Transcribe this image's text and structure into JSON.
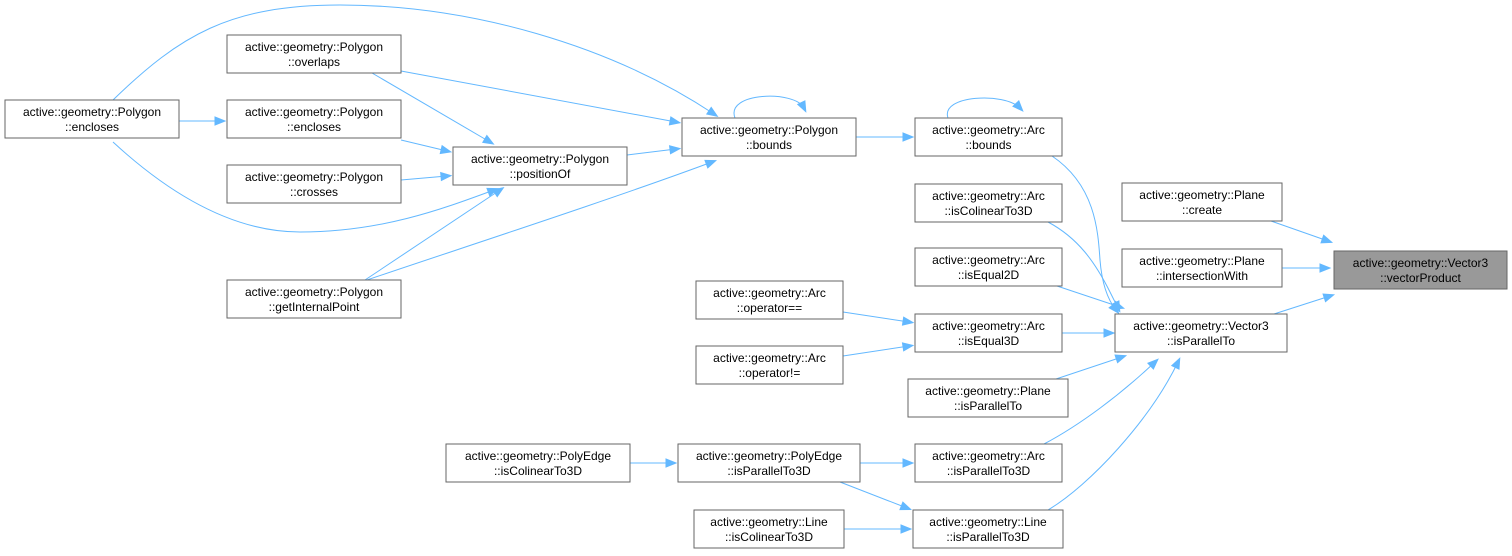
{
  "graph": {
    "title": "Caller graph of active::geometry::Vector3::vectorProduct",
    "colors": {
      "edge": "#63b8ff",
      "node_border": "#666666",
      "root_fill": "#999999",
      "node_fill": "#ffffff"
    },
    "nodes": [
      {
        "id": "vp",
        "line1": "active::geometry::Vector3",
        "line2": "::vectorProduct",
        "root": true
      },
      {
        "id": "plane_create",
        "line1": "active::geometry::Plane",
        "line2": "::create"
      },
      {
        "id": "plane_inter",
        "line1": "active::geometry::Plane",
        "line2": "::intersectionWith"
      },
      {
        "id": "v3_par",
        "line1": "active::geometry::Vector3",
        "line2": "::isParallelTo"
      },
      {
        "id": "arc_bounds",
        "line1": "active::geometry::Arc",
        "line2": "::bounds"
      },
      {
        "id": "arc_colin",
        "line1": "active::geometry::Arc",
        "line2": "::isColinearTo3D"
      },
      {
        "id": "arc_eq2d",
        "line1": "active::geometry::Arc",
        "line2": "::isEqual2D"
      },
      {
        "id": "arc_eq3d",
        "line1": "active::geometry::Arc",
        "line2": "::isEqual3D"
      },
      {
        "id": "plane_par",
        "line1": "active::geometry::Plane",
        "line2": "::isParallelTo"
      },
      {
        "id": "arc_par3d",
        "line1": "active::geometry::Arc",
        "line2": "::isParallelTo3D"
      },
      {
        "id": "line_par3d",
        "line1": "active::geometry::Line",
        "line2": "::isParallelTo3D"
      },
      {
        "id": "poly_bounds",
        "line1": "active::geometry::Polygon",
        "line2": "::bounds"
      },
      {
        "id": "arc_opeq",
        "line1": "active::geometry::Arc",
        "line2": "::operator=="
      },
      {
        "id": "arc_opne",
        "line1": "active::geometry::Arc",
        "line2": "::operator!="
      },
      {
        "id": "pe_par3d",
        "line1": "active::geometry::PolyEdge",
        "line2": "::isParallelTo3D"
      },
      {
        "id": "line_colin",
        "line1": "active::geometry::Line",
        "line2": "::isColinearTo3D"
      },
      {
        "id": "poly_pos",
        "line1": "active::geometry::Polygon",
        "line2": "::positionOf"
      },
      {
        "id": "pe_colin",
        "line1": "active::geometry::PolyEdge",
        "line2": "::isColinearTo3D"
      },
      {
        "id": "poly_overlaps",
        "line1": "active::geometry::Polygon",
        "line2": "::overlaps"
      },
      {
        "id": "poly_encl2",
        "line1": "active::geometry::Polygon",
        "line2": "::encloses"
      },
      {
        "id": "poly_crosses",
        "line1": "active::geometry::Polygon",
        "line2": "::crosses"
      },
      {
        "id": "poly_getint",
        "line1": "active::geometry::Polygon",
        "line2": "::getInternalPoint"
      },
      {
        "id": "poly_encl1",
        "line1": "active::geometry::Polygon",
        "line2": "::encloses"
      }
    ],
    "edges": [
      {
        "from": "plane_create",
        "to": "vp"
      },
      {
        "from": "plane_inter",
        "to": "vp"
      },
      {
        "from": "v3_par",
        "to": "vp"
      },
      {
        "from": "arc_bounds",
        "to": "v3_par"
      },
      {
        "from": "arc_colin",
        "to": "v3_par"
      },
      {
        "from": "arc_eq2d",
        "to": "v3_par"
      },
      {
        "from": "arc_eq3d",
        "to": "v3_par"
      },
      {
        "from": "plane_par",
        "to": "v3_par"
      },
      {
        "from": "arc_par3d",
        "to": "v3_par"
      },
      {
        "from": "line_par3d",
        "to": "v3_par"
      },
      {
        "from": "arc_bounds",
        "to": "arc_bounds"
      },
      {
        "from": "poly_bounds",
        "to": "arc_bounds"
      },
      {
        "from": "poly_bounds",
        "to": "poly_bounds"
      },
      {
        "from": "arc_opeq",
        "to": "arc_eq3d"
      },
      {
        "from": "arc_opne",
        "to": "arc_eq3d"
      },
      {
        "from": "pe_par3d",
        "to": "arc_par3d"
      },
      {
        "from": "pe_par3d",
        "to": "line_par3d"
      },
      {
        "from": "line_colin",
        "to": "line_par3d"
      },
      {
        "from": "pe_colin",
        "to": "pe_par3d"
      },
      {
        "from": "poly_pos",
        "to": "poly_bounds"
      },
      {
        "from": "poly_overlaps",
        "to": "poly_bounds"
      },
      {
        "from": "poly_encl1",
        "to": "poly_bounds"
      },
      {
        "from": "poly_getint",
        "to": "poly_bounds"
      },
      {
        "from": "poly_overlaps",
        "to": "poly_pos"
      },
      {
        "from": "poly_encl2",
        "to": "poly_pos"
      },
      {
        "from": "poly_crosses",
        "to": "poly_pos"
      },
      {
        "from": "poly_encl1",
        "to": "poly_pos"
      },
      {
        "from": "poly_getint",
        "to": "poly_pos"
      },
      {
        "from": "poly_encl1",
        "to": "poly_encl2"
      }
    ]
  }
}
